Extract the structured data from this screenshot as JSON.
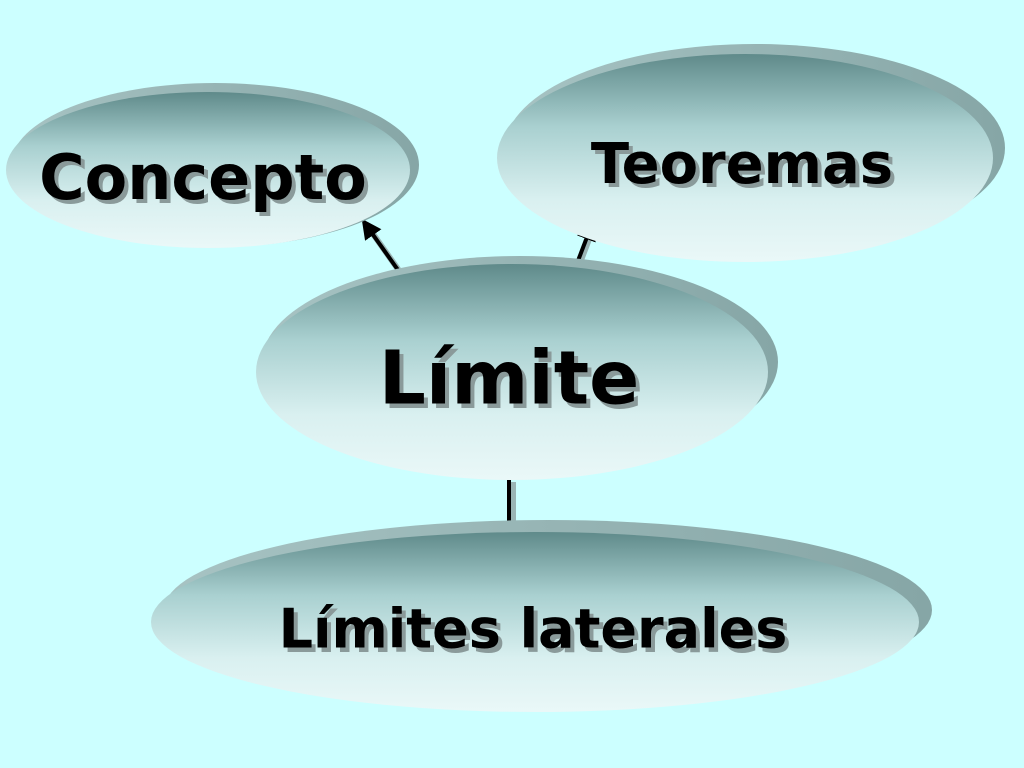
{
  "diagram": {
    "type": "concept-map",
    "center": {
      "id": "limite",
      "label": "Límite"
    },
    "nodes": [
      {
        "id": "concepto",
        "label": "Concepto"
      },
      {
        "id": "teoremas",
        "label": "Teoremas"
      },
      {
        "id": "limites-laterales",
        "label": "Límites laterales"
      }
    ],
    "edges": [
      {
        "from": "limite",
        "to": "concepto"
      },
      {
        "from": "limite",
        "to": "teoremas"
      },
      {
        "from": "limite",
        "to": "limites-laterales"
      }
    ]
  },
  "colors": {
    "background": "#ccffff",
    "ellipse_light": "#e8f6f6",
    "ellipse_mid": "#b9dcdc",
    "ellipse_dark": "#6f9898",
    "rim": "#9fb9b9",
    "arrow": "#000000"
  }
}
